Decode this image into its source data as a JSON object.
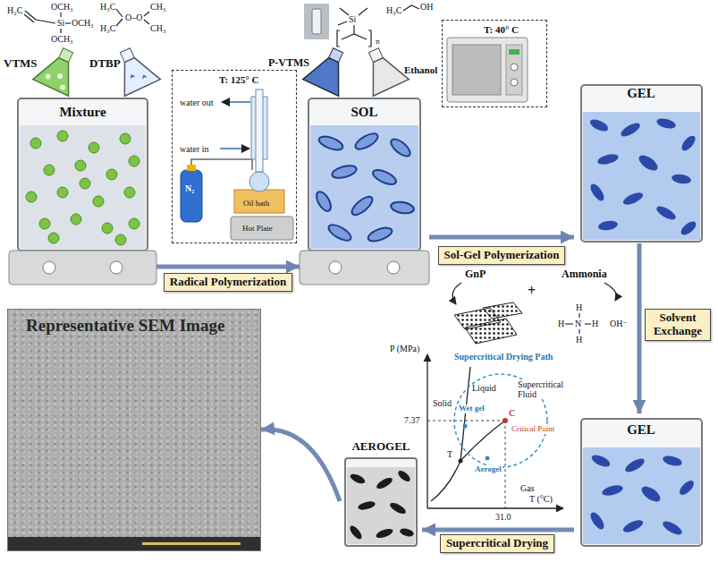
{
  "diagram": {
    "nodes": [
      {
        "text": [
          "Mixture"
        ]
      },
      {
        "text": [
          "T: 125° C",
          "water out",
          "water in",
          "N₂",
          "Oil bath",
          "Hot Plate"
        ]
      },
      {
        "text": [
          "SOL"
        ]
      },
      {
        "text": [
          "T: 40° C"
        ]
      },
      {
        "text": [
          "GEL"
        ]
      },
      {
        "text": [
          "GEL"
        ]
      },
      {
        "text": [
          "AEROGEL"
        ]
      },
      {
        "text": [
          "Representative SEM Image"
        ]
      }
    ],
    "edges": [
      {
        "from": 0,
        "to": 2,
        "arrow": "to",
        "label": "Radical Polymerization"
      },
      {
        "from": 2,
        "to": 4,
        "arrow": "to",
        "label": "Sol-Gel Polymerization"
      },
      {
        "from": 4,
        "to": 5,
        "arrow": "to",
        "label": "Solvent Exchange"
      },
      {
        "from": 5,
        "to": 6,
        "arrow": "to",
        "label": "Supercritical Drying"
      },
      {
        "from": 6,
        "to": 7,
        "arrow": "to"
      }
    ],
    "labels": [
      "H₂C",
      "OCH₃",
      "Si",
      "OCH₃",
      "OCH₃",
      "VTMS",
      "H₃C",
      "H₃C",
      "O–O",
      "CH₃",
      "CH₃",
      "DTBP",
      "Si",
      "n",
      "P-VTMS",
      "H₃C",
      "OH",
      "Ethanol",
      "GnP",
      "+",
      "Ammonia",
      "H",
      "H",
      "N",
      "H",
      "H",
      "OH⁻",
      "P (MPa)",
      "Supercritical Drying Path",
      "Solid",
      "Liquid",
      "Supercritical Fluid",
      "7.37",
      "T",
      "Wet gel",
      "C",
      "Critical Point",
      "Aerogel",
      "Gas",
      "31.0",
      "T (°C)"
    ]
  }
}
